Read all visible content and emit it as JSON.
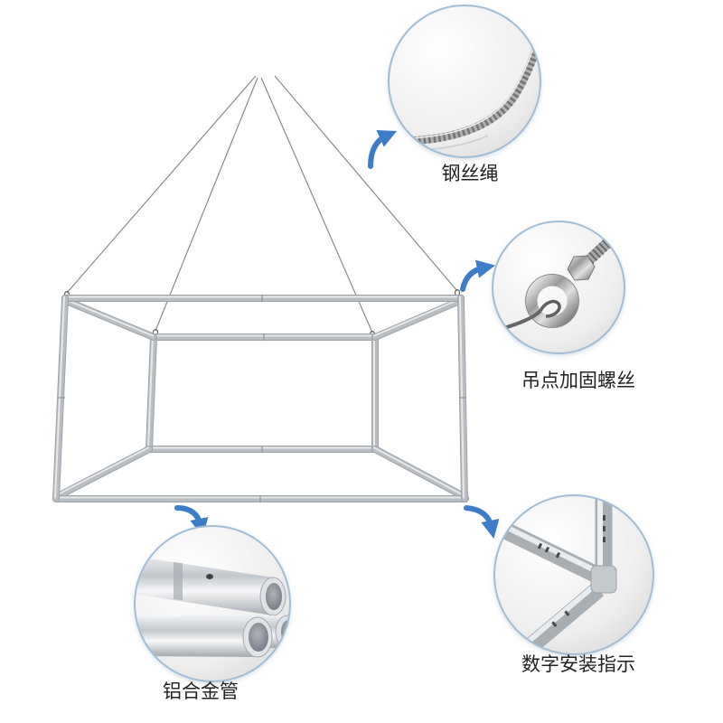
{
  "callouts": {
    "wire_rope": {
      "label": "钢丝绳",
      "icon": "wire-rope-icon"
    },
    "eye_bolt": {
      "label": "吊点加固螺丝",
      "icon": "eye-bolt-icon"
    },
    "pipe_joint": {
      "label": "数字安装指示",
      "icon": "pipe-joint-icon"
    },
    "aluminum_pipe": {
      "label": "铝合金管",
      "icon": "aluminum-pipe-icon"
    }
  },
  "colors": {
    "tube": "#babec2",
    "tube_shadow": "#9ea3a8",
    "tube_highlight": "#e6e8ea",
    "wire": "#8a8a8a",
    "arrow": "#3d7dc7",
    "callout_border": "#a3bdd4",
    "label_text": "#222222"
  }
}
